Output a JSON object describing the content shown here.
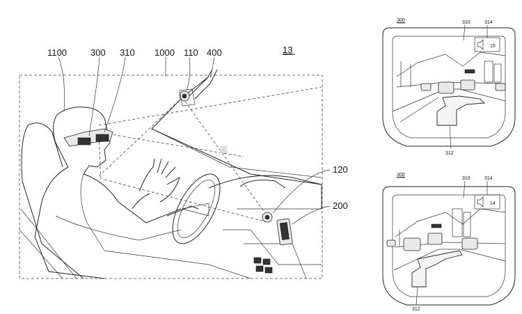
{
  "figure": {
    "ref_fig": "13",
    "labels": {
      "l1100": "1100",
      "l300": "300",
      "l310": "310",
      "l1000": "1000",
      "l110": "110",
      "l400": "400",
      "l120": "120",
      "l200": "200"
    }
  },
  "panel_top": {
    "ref": "300",
    "l310": "310",
    "l314": "314",
    "l312": "312",
    "volume": "15"
  },
  "panel_bottom": {
    "ref": "300",
    "l310": "310",
    "l314": "314",
    "l312": "312",
    "volume": "14"
  }
}
